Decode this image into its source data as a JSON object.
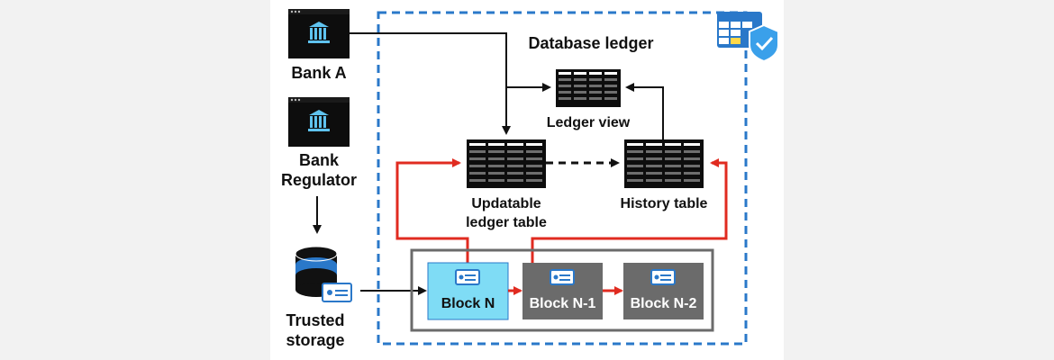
{
  "title": "Database ledger",
  "nodes": {
    "bank_a": "Bank A",
    "bank_regulator": "Bank\nRegulator",
    "trusted_storage": "Trusted\nstorage",
    "ledger_view": "Ledger view",
    "updatable_ledger_table": "Updatable\nledger table",
    "history_table": "History table",
    "blocks": [
      "Block N",
      "Block N-1",
      "Block N-2"
    ]
  },
  "colors": {
    "ledger_boundary": "#2a78c9",
    "tamper_link": "#e02b20",
    "block_current": "#7fdcf5",
    "block_previous": "#6b6b6b",
    "table_fill": "#111111",
    "flow_arrow": "#111111"
  },
  "icons": [
    "bank-icon",
    "database-icon",
    "certificate-icon",
    "table-grid-icon",
    "ledger-shield-icon"
  ]
}
